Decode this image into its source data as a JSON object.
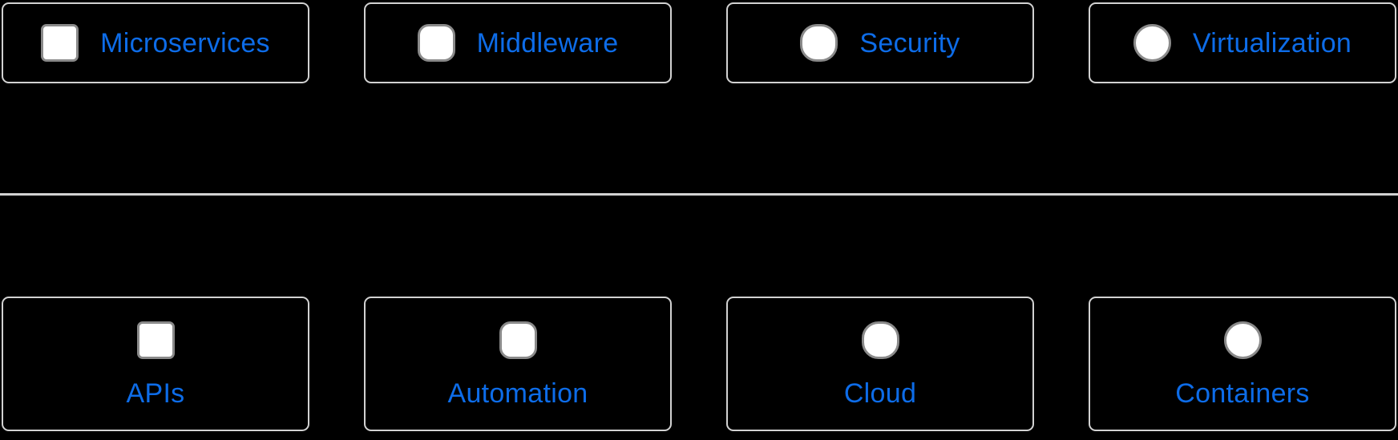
{
  "colors": {
    "background": "#000000",
    "tile_border": "#d2d2d2",
    "tile_background": "#000000",
    "label_blue": "#0d6ce8",
    "control_fill": "#ffffff",
    "control_border": "#8a8a8a",
    "divider": "#d2d2d2"
  },
  "rows": {
    "top": {
      "tiles": [
        {
          "label": "Microservices",
          "icon": "checkbox-square-icon"
        },
        {
          "label": "Middleware",
          "icon": "checkbox-rounded-icon"
        },
        {
          "label": "Security",
          "icon": "checkbox-squircle-icon"
        },
        {
          "label": "Virtualization",
          "icon": "radio-circle-icon"
        }
      ]
    },
    "bottom": {
      "tiles": [
        {
          "label": "APIs",
          "icon": "checkbox-square-icon"
        },
        {
          "label": "Automation",
          "icon": "checkbox-rounded-icon"
        },
        {
          "label": "Cloud",
          "icon": "checkbox-squircle-icon"
        },
        {
          "label": "Containers",
          "icon": "radio-circle-icon"
        }
      ]
    }
  }
}
